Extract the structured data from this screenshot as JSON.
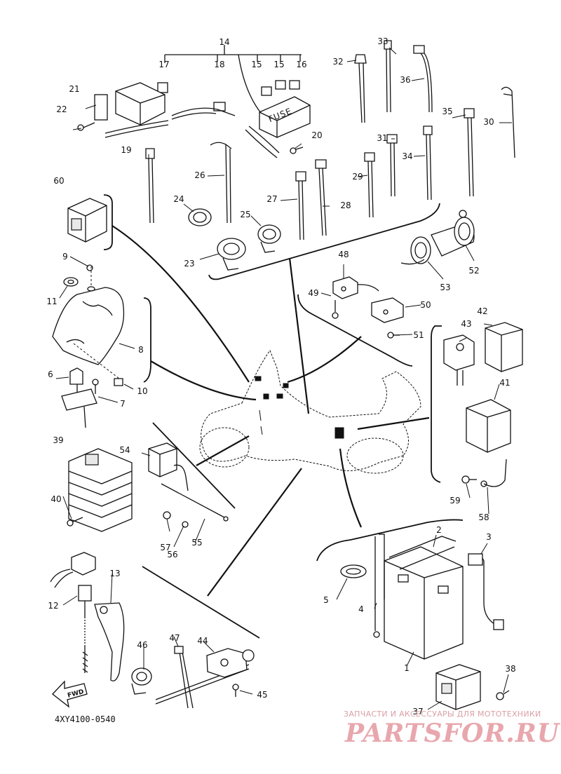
{
  "diagram": {
    "code": "4XY4100-0540",
    "fuse_text": "FUSE",
    "fwd_text": "FWD",
    "callouts": [
      {
        "id": "c14",
        "text": "14"
      },
      {
        "id": "c17",
        "text": "17"
      },
      {
        "id": "c18",
        "text": "18"
      },
      {
        "id": "c15a",
        "text": "15"
      },
      {
        "id": "c15b",
        "text": "15"
      },
      {
        "id": "c16",
        "text": "16"
      },
      {
        "id": "c33",
        "text": "33"
      },
      {
        "id": "c32",
        "text": "32"
      },
      {
        "id": "c36",
        "text": "36"
      },
      {
        "id": "c21",
        "text": "21"
      },
      {
        "id": "c22",
        "text": "22"
      },
      {
        "id": "c20",
        "text": "20"
      },
      {
        "id": "c35",
        "text": "35"
      },
      {
        "id": "c30",
        "text": "30"
      },
      {
        "id": "c31",
        "text": "31"
      },
      {
        "id": "c34",
        "text": "34"
      },
      {
        "id": "c19",
        "text": "19"
      },
      {
        "id": "c26",
        "text": "26"
      },
      {
        "id": "c29",
        "text": "29"
      },
      {
        "id": "c60",
        "text": "60"
      },
      {
        "id": "c27",
        "text": "27"
      },
      {
        "id": "c28",
        "text": "28"
      },
      {
        "id": "c24",
        "text": "24"
      },
      {
        "id": "c25",
        "text": "25"
      },
      {
        "id": "c23",
        "text": "23"
      },
      {
        "id": "c52",
        "text": "52"
      },
      {
        "id": "c53",
        "text": "53"
      },
      {
        "id": "c48",
        "text": "48"
      },
      {
        "id": "c9",
        "text": "9"
      },
      {
        "id": "c11",
        "text": "11"
      },
      {
        "id": "c49",
        "text": "49"
      },
      {
        "id": "c50",
        "text": "50"
      },
      {
        "id": "c42",
        "text": "42"
      },
      {
        "id": "c43",
        "text": "43"
      },
      {
        "id": "c51",
        "text": "51"
      },
      {
        "id": "c8",
        "text": "8"
      },
      {
        "id": "c6",
        "text": "6"
      },
      {
        "id": "c10",
        "text": "10"
      },
      {
        "id": "c7",
        "text": "7"
      },
      {
        "id": "c41",
        "text": "41"
      },
      {
        "id": "c39",
        "text": "39"
      },
      {
        "id": "c54",
        "text": "54"
      },
      {
        "id": "c40",
        "text": "40"
      },
      {
        "id": "c59",
        "text": "59"
      },
      {
        "id": "c58",
        "text": "58"
      },
      {
        "id": "c57",
        "text": "57"
      },
      {
        "id": "c56",
        "text": "56"
      },
      {
        "id": "c55",
        "text": "55"
      },
      {
        "id": "c2",
        "text": "2"
      },
      {
        "id": "c3",
        "text": "3"
      },
      {
        "id": "c13",
        "text": "13"
      },
      {
        "id": "c5",
        "text": "5"
      },
      {
        "id": "c12",
        "text": "12"
      },
      {
        "id": "c4",
        "text": "4"
      },
      {
        "id": "c47",
        "text": "47"
      },
      {
        "id": "c44",
        "text": "44"
      },
      {
        "id": "c46",
        "text": "46"
      },
      {
        "id": "c1",
        "text": "1"
      },
      {
        "id": "c38",
        "text": "38"
      },
      {
        "id": "c45",
        "text": "45"
      },
      {
        "id": "c37",
        "text": "37"
      }
    ]
  },
  "watermark": {
    "line1": "ЗАПЧАСТИ И АКСЕССУАРЫ ДЛЯ МОТОТЕХНИКИ",
    "line2": "PARTSFOR.RU"
  }
}
